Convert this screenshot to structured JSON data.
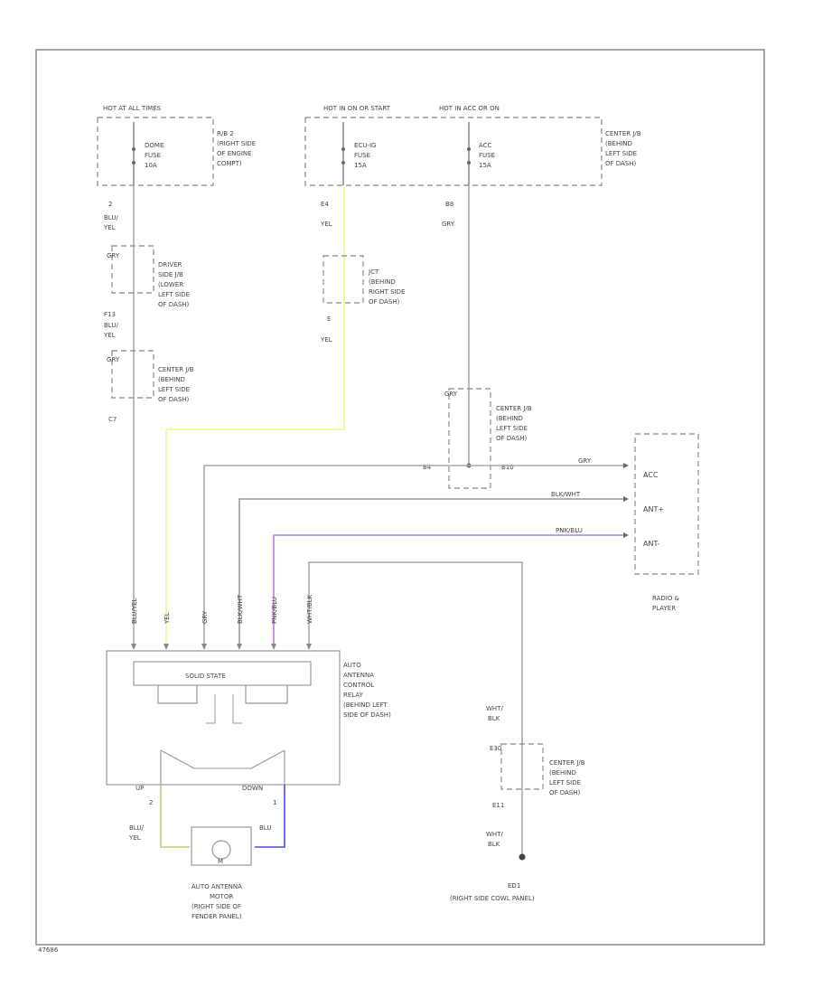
{
  "top_fuse_blocks": {
    "left_hot": "HOT AT ALL TIMES",
    "mid_hot": "HOT IN ON OR START",
    "right_hot": "HOT IN ACC OR ON",
    "r_b2": [
      "R/B 2",
      "(RIGHT SIDE",
      "OF ENGINE",
      "COMPT)"
    ],
    "center_jb": [
      "CENTER J/B",
      "(BEHIND",
      "LEFT SIDE",
      "OF DASH)"
    ],
    "dome_fuse": [
      "DOME",
      "FUSE",
      "10A"
    ],
    "ecu_ig_fuse": [
      "ECU-IG",
      "FUSE",
      "15A"
    ],
    "acc_fuse": [
      "ACC",
      "FUSE",
      "15A"
    ]
  },
  "wires": {
    "w1_pin": "2",
    "w1_color": [
      "BLU/",
      "YEL"
    ],
    "w2_pin": "E4",
    "w2_color": "YEL",
    "w3_pin": "B8",
    "w3_color": "GRY",
    "f13_pin": "F13",
    "w1b_color": [
      "BLU/",
      "YEL"
    ],
    "c7_pin": "C7",
    "e_pin": "E",
    "yel2": "YEL",
    "b4": "B4",
    "b10": "B10",
    "gry_radio": "GRY",
    "blk_wht": "BLK/WHT",
    "pnk_blu": "PNK/BLU",
    "wht_blk": [
      "WHT/",
      "BLK"
    ],
    "e30": "E30",
    "e11": "E11",
    "wht_blk2": [
      "WHT/",
      "BLK"
    ]
  },
  "connectors": {
    "driver_jb": [
      "DRIVER",
      "SIDE J/B",
      "(LOWER",
      "LEFT SIDE",
      "OF DASH)"
    ],
    "center_jb_left": [
      "CENTER J/B",
      "(BEHIND",
      "LEFT SIDE",
      "OF DASH)"
    ],
    "jct_behind": [
      "JCT",
      "(BEHIND",
      "RIGHT SIDE",
      "OF DASH)"
    ],
    "center_jb_mid": [
      "CENTER J/B",
      "(BEHIND",
      "LEFT SIDE",
      "OF DASH)"
    ],
    "center_jb_gnd": [
      "CENTER J/B",
      "(BEHIND",
      "LEFT SIDE",
      "OF DASH)"
    ],
    "pin_top": [
      "GRY",
      "GRY",
      "GRY",
      "GRY"
    ]
  },
  "radio": {
    "pins": [
      "ACC",
      "ANT+",
      "ANT-"
    ],
    "label": [
      "RADIO &",
      "PLAYER"
    ]
  },
  "relay": {
    "label": [
      "AUTO",
      "ANTENNA",
      "CONTROL",
      "RELAY",
      "(BEHIND LEFT",
      "SIDE OF DASH)"
    ],
    "solid_state": "SOLID STATE",
    "up": "UP",
    "down": "DOWN",
    "pin_labels": [
      "BLU/YEL",
      "YEL",
      "GRY",
      "BLK/WHT",
      "PNK/BLU",
      "WHT/BLK"
    ]
  },
  "motor": {
    "label": [
      "AUTO ANTENNA",
      "MOTOR",
      "(RIGHT SIDE OF",
      "FENDER PANEL)"
    ],
    "m": "M",
    "pin_left": "2",
    "pin_right": "1",
    "left_color": [
      "BLU/",
      "YEL"
    ],
    "right_color": [
      "BLU"
    ]
  },
  "ground": {
    "label": [
      "ED1",
      "(RIGHT SIDE COWL PANEL)"
    ]
  },
  "footer": {
    "code": "47686"
  },
  "colors": {
    "yellow_wire": "#f7f78a",
    "purple_wire": "#c07fd0",
    "blue_wire": "#4a4ae0",
    "olive_wire": "#c8c86a",
    "gray_wire": "#888888"
  }
}
